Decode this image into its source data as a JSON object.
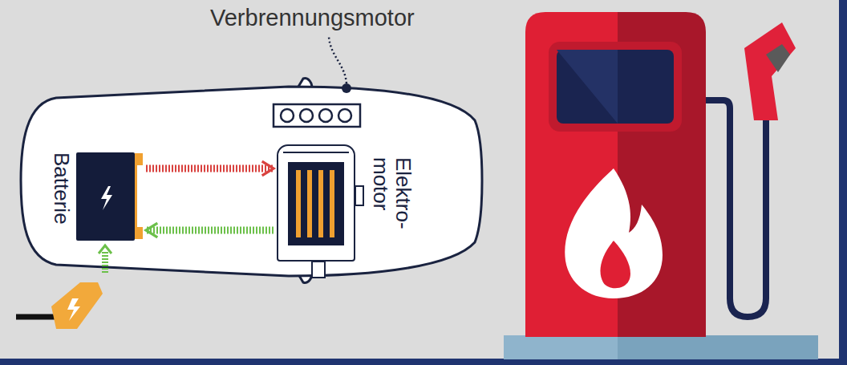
{
  "diagram": {
    "nodes": [
      {
        "text": [
          "Batterie"
        ]
      },
      {
        "text": [
          "Elektro- motor"
        ]
      }
    ],
    "edges": [
      {
        "from": 0,
        "to": 1,
        "arrow": "to"
      },
      {
        "from": 1,
        "to": 0,
        "arrow": "to"
      }
    ],
    "labels": [
      "Verbrennungsmotor"
    ]
  }
}
